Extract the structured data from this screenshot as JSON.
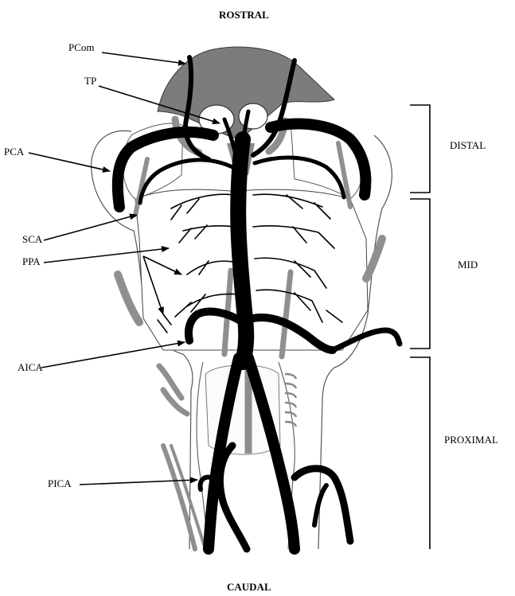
{
  "orientation": {
    "top": "ROSTRAL",
    "bottom": "CAUDAL"
  },
  "vessel_labels": {
    "pcom": "PCom",
    "tp": "TP",
    "pca": "PCA",
    "sca": "SCA",
    "ppa": "PPA",
    "aica": "AICA",
    "pica": "PICA"
  },
  "segments": {
    "distal": "DISTAL",
    "mid": "MID",
    "proximal": "PROXIMAL"
  }
}
